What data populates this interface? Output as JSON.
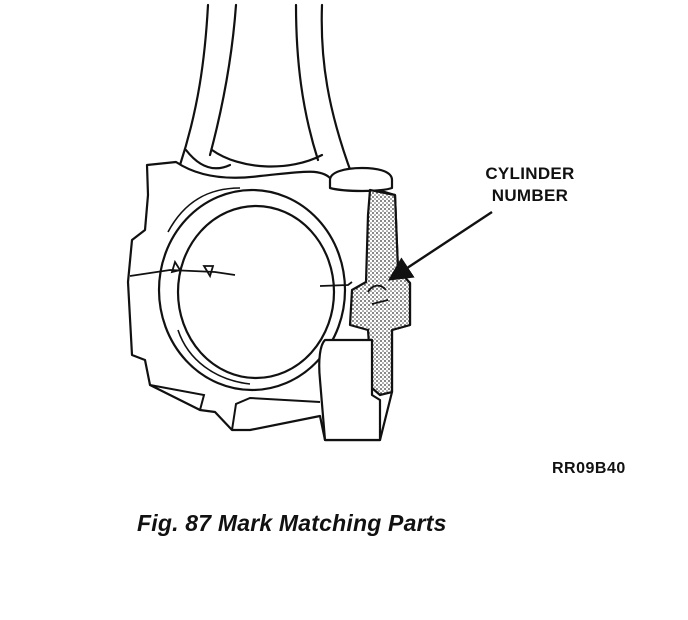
{
  "callout": {
    "line1": "CYLINDER",
    "line2": "NUMBER"
  },
  "reference_code": "RR09B40",
  "caption": "Fig. 87 Mark Matching Parts",
  "colors": {
    "ink": "#111111",
    "background": "#ffffff",
    "stipple": "#6a6a6a"
  }
}
